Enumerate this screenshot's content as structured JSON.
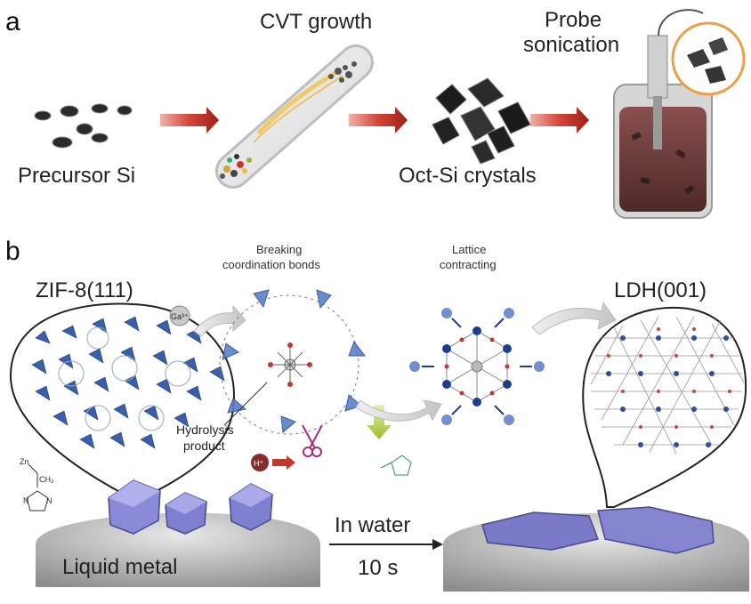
{
  "panel_a": {
    "panel_letter": "a",
    "cvt_label": "CVT growth",
    "probe_label_line1": "Probe",
    "probe_label_line2": "sonication",
    "precursor_label": "Precursor Si",
    "oct_label": "Oct-Si crystals"
  },
  "panel_b": {
    "panel_letter": "b",
    "breaking_line1": "Breaking",
    "breaking_line2": "coordination bonds",
    "lattice_line1": "Lattice",
    "lattice_line2": "contracting",
    "zif_label": "ZIF-8(111)",
    "ldh_label": "LDH(001)",
    "ga_label": "Ga³⁺",
    "hydrolysis_line1": "Hydrolysis",
    "hydrolysis_line2": "product",
    "h_label": "H⁺",
    "zn_label": "Zn",
    "ch2_label": "CH₂",
    "n_label": "N",
    "liquid_metal_label": "Liquid metal",
    "in_water_label": "In water",
    "time_label": "10 s"
  },
  "colors": {
    "arrow_red": "#c0392b",
    "tetra_blue": "#2e5fae",
    "crystal_purple": "#8a8ad8",
    "metal_gray": "#b5b5b5",
    "liquid_brown": "#6b3a3a"
  }
}
